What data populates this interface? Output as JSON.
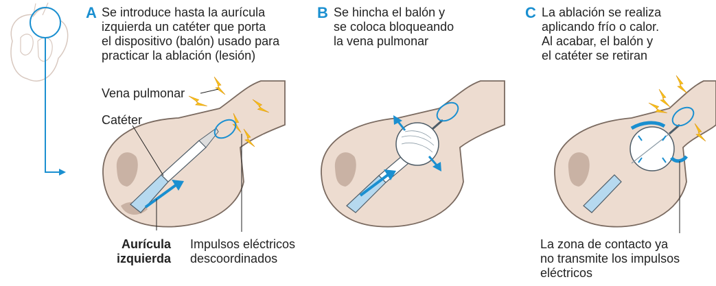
{
  "panels": [
    {
      "letter": "A",
      "lines": [
        "Se introduce hasta la aurícula",
        "izquierda un catéter que porta",
        "el dispositivo (balón) usado para",
        "practicar la ablación (lesión)"
      ]
    },
    {
      "letter": "B",
      "lines": [
        "Se hincha el balón y",
        "se coloca bloqueando",
        "la vena pulmonar"
      ]
    },
    {
      "letter": "C",
      "lines": [
        "La ablación se realiza",
        "aplicando frío o calor.",
        "Al acabar, el balón y",
        "el catéter se retiran"
      ]
    }
  ],
  "labels": {
    "vena_pulmonar": "Vena pulmonar",
    "cateter": "Catéter",
    "auricula_lines": [
      "Aurícula",
      "izquierda"
    ],
    "impulsos_lines": [
      "Impulsos eléctricos",
      "descoordinados"
    ],
    "contacto_lines": [
      "La zona de contacto ya",
      "no transmite los impulsos",
      "eléctricos"
    ]
  },
  "colors": {
    "tissue": "#eddcd0",
    "tissue_outline": "#7a6a60",
    "tissue_inner": "#c9b2a4",
    "accent_blue": "#1a8fd0",
    "device_blue": "#b6d9ef",
    "bolt_yellow": "#f8c21a",
    "text": "#222222"
  }
}
